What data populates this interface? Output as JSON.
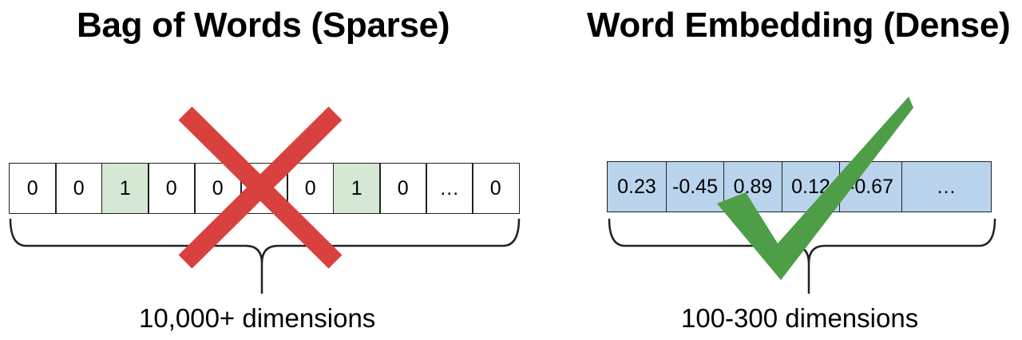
{
  "bow": {
    "title": "Bag of Words (Sparse)",
    "cells": [
      "0",
      "0",
      "1",
      "0",
      "0",
      "0",
      "0",
      "1",
      "0",
      "…",
      "0"
    ],
    "highlight_indices": [
      2,
      7
    ],
    "highlight_color": "#d5e8d4",
    "dimensions_label": "10,000+ dimensions",
    "mark": "cross-icon",
    "mark_color": "#d9413f"
  },
  "embedding": {
    "title": "Word Embedding (Dense)",
    "cells": [
      "0.23",
      "-0.45",
      "0.89",
      "0.12",
      "-0.67",
      "…"
    ],
    "cell_color": "#b9d4ec",
    "dimensions_label": "100-300 dimensions",
    "mark": "checkmark-icon",
    "mark_color": "#4d9e47"
  }
}
